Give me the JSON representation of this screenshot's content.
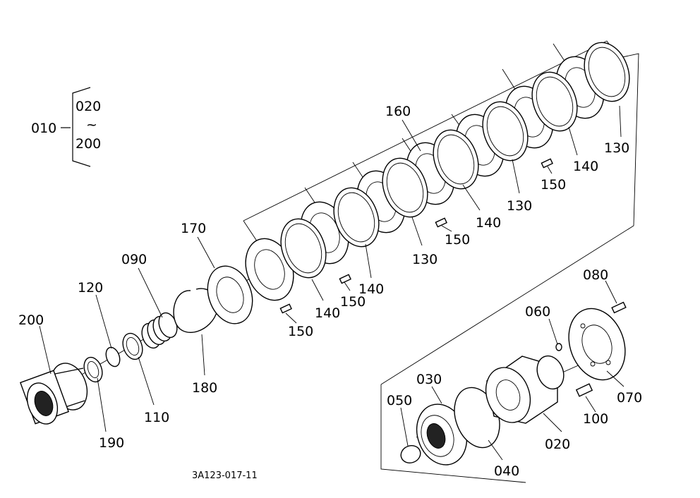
{
  "diagram": {
    "code": "3A123-017-11",
    "group": {
      "assembly": "010",
      "from": "020",
      "range_symbol": "~",
      "to": "200"
    },
    "labels": [
      {
        "id": "lbl-200",
        "text": "200"
      },
      {
        "id": "lbl-120",
        "text": "120"
      },
      {
        "id": "lbl-190",
        "text": "190"
      },
      {
        "id": "lbl-110",
        "text": "110"
      },
      {
        "id": "lbl-090",
        "text": "090"
      },
      {
        "id": "lbl-180",
        "text": "180"
      },
      {
        "id": "lbl-170",
        "text": "170"
      },
      {
        "id": "lbl-150a",
        "text": "150"
      },
      {
        "id": "lbl-140a",
        "text": "140"
      },
      {
        "id": "lbl-150b",
        "text": "150"
      },
      {
        "id": "lbl-140b",
        "text": "140"
      },
      {
        "id": "lbl-130a",
        "text": "130"
      },
      {
        "id": "lbl-150c",
        "text": "150"
      },
      {
        "id": "lbl-140c",
        "text": "140"
      },
      {
        "id": "lbl-160",
        "text": "160"
      },
      {
        "id": "lbl-130b",
        "text": "130"
      },
      {
        "id": "lbl-150d",
        "text": "150"
      },
      {
        "id": "lbl-140d",
        "text": "140"
      },
      {
        "id": "lbl-130c",
        "text": "130"
      },
      {
        "id": "lbl-080",
        "text": "080"
      },
      {
        "id": "lbl-060",
        "text": "060"
      },
      {
        "id": "lbl-070",
        "text": "070"
      },
      {
        "id": "lbl-100",
        "text": "100"
      },
      {
        "id": "lbl-030",
        "text": "030"
      },
      {
        "id": "lbl-050",
        "text": "050"
      },
      {
        "id": "lbl-020",
        "text": "020"
      },
      {
        "id": "lbl-040",
        "text": "040"
      }
    ]
  }
}
